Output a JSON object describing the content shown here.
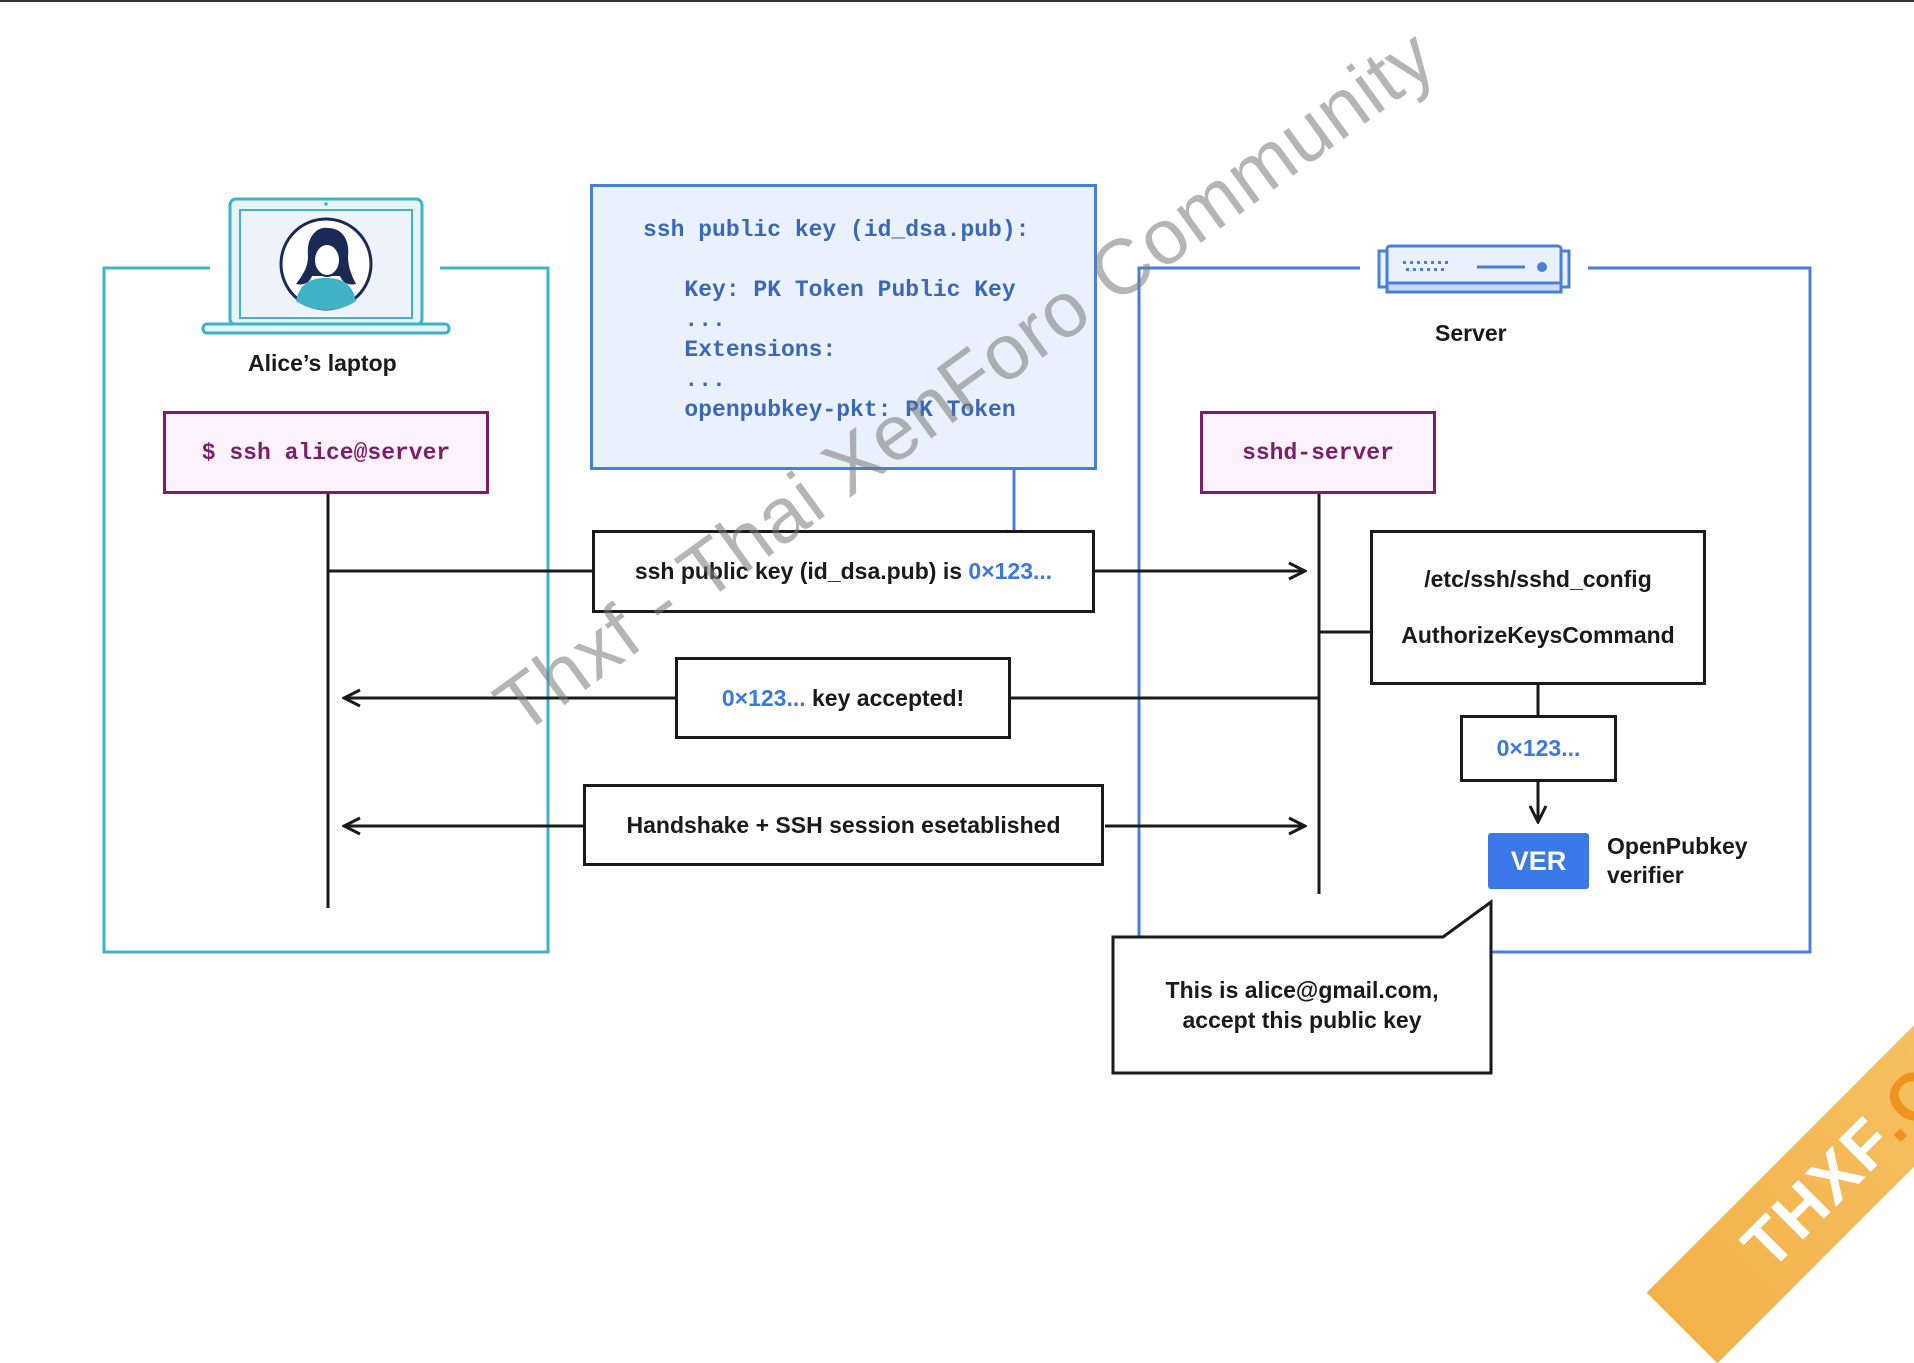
{
  "laptop": {
    "label": "Alice’s laptop"
  },
  "server": {
    "label": "Server"
  },
  "client_command": "$ ssh alice@server",
  "server_process": "sshd-server",
  "key_box": {
    "lines": [
      "ssh public key (id_dsa.pub):",
      "",
      "   Key: PK Token Public Key",
      "   ...",
      "   Extensions:",
      "   ...",
      "   openpubkey-pkt: PK Token"
    ]
  },
  "messages": {
    "pubkey_prefix": "ssh public key (id_dsa.pub) is ",
    "pubkey_value": "0×123...",
    "accepted_value": "0×123...",
    "accepted_suffix": " key accepted!",
    "handshake": "Handshake + SSH session esetablished"
  },
  "config": {
    "path": "/etc/ssh/sshd_config",
    "setting": "AuthorizeKeysCommand"
  },
  "verifier_input": "0×123...",
  "verifier": {
    "badge": "VER",
    "label_line1": "OpenPubkey",
    "label_line2": "verifier"
  },
  "callout": {
    "line1": "This is alice@gmail.com,",
    "line2": "accept this public key"
  },
  "watermark": "Thxf - Thai XenForo Community",
  "ribbon": {
    "part1": "THXF",
    "part2": ".ORG"
  },
  "colors": {
    "client_frame": "#3fb2c6",
    "server_frame": "#4a7fd8",
    "command_border": "#7b1f6a",
    "highlight_blue": "#3b78e0",
    "verifier_badge": "#3b78e8"
  }
}
